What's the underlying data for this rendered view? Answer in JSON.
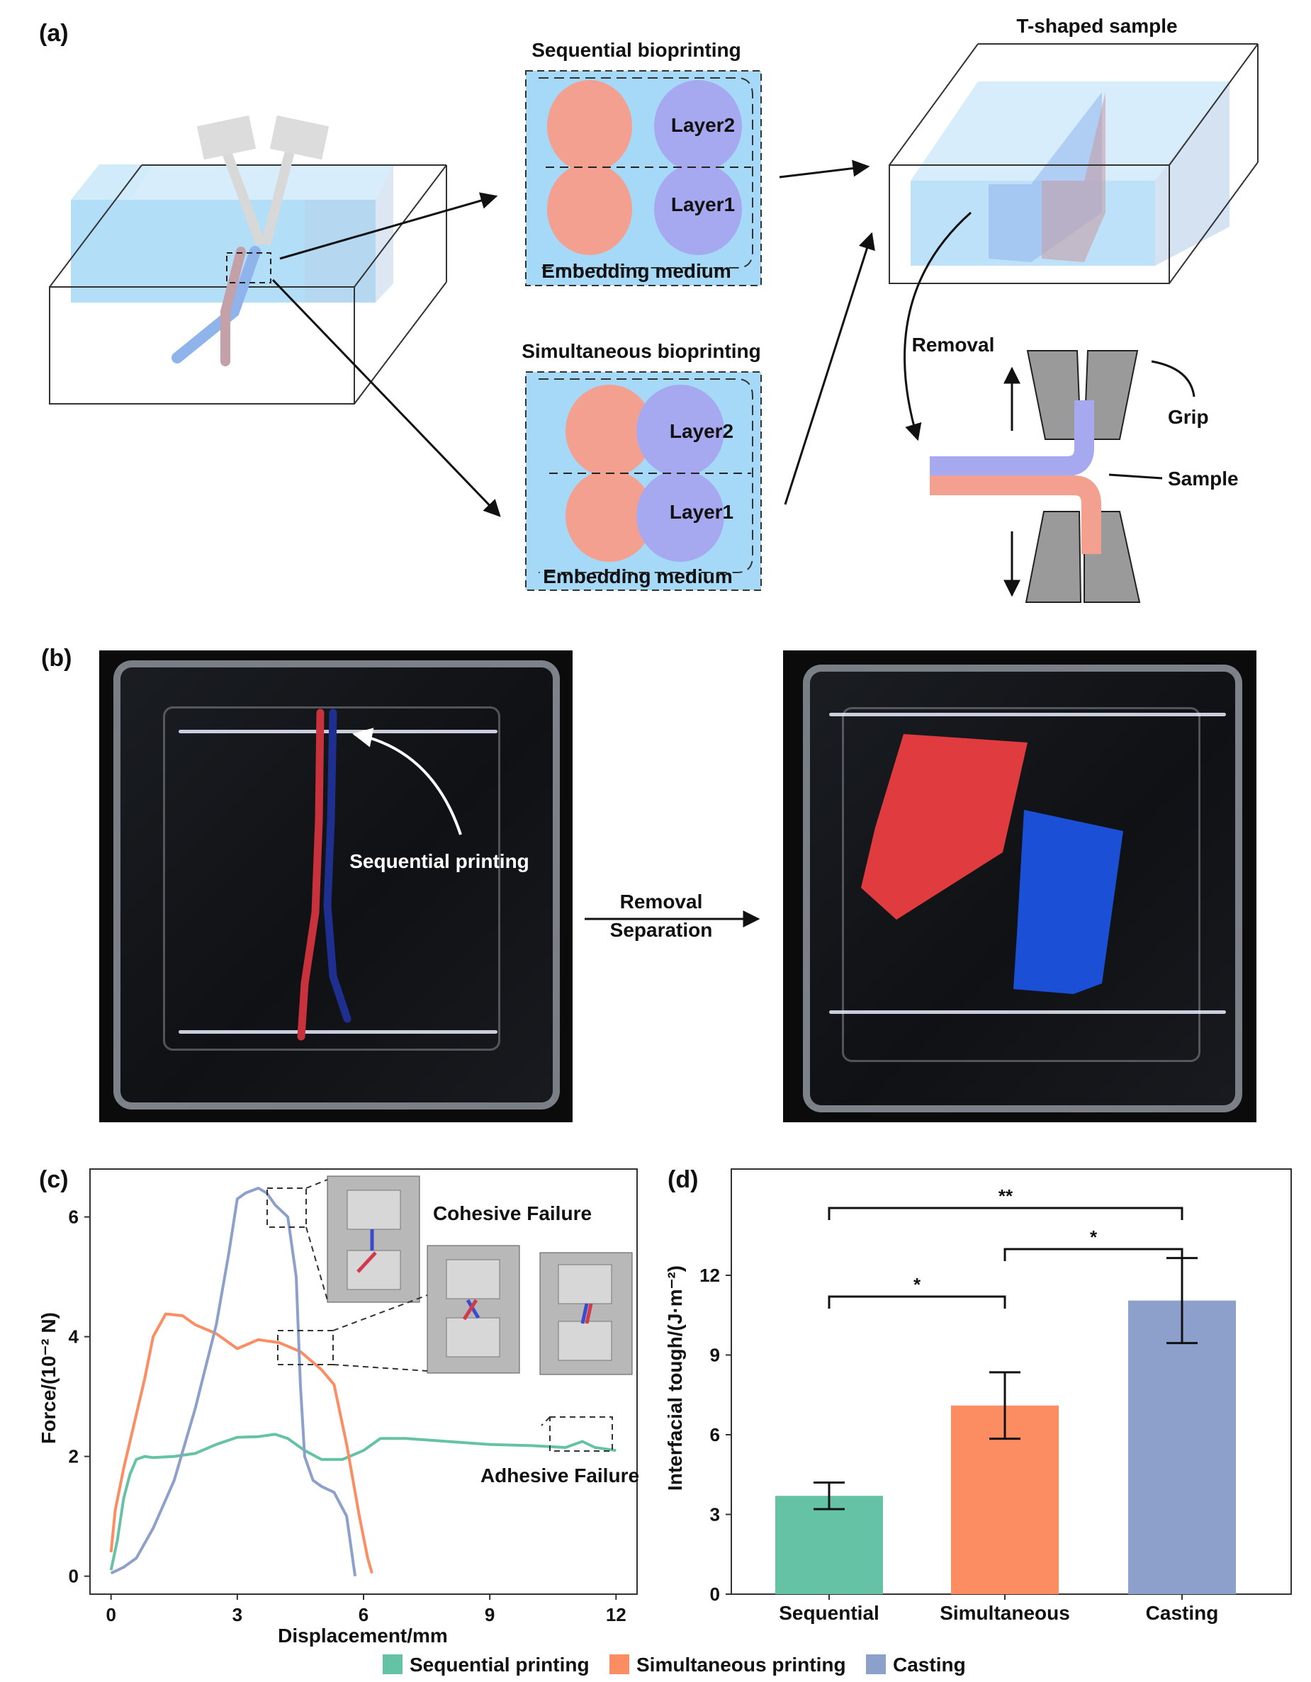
{
  "panels": {
    "a": {
      "tag": "(a)",
      "sequential_title": "Sequential bioprinting",
      "simultaneous_title": "Simultaneous bioprinting",
      "layer2": "Layer2",
      "layer1": "Layer1",
      "embedding_medium": "Embedding medium",
      "t_sample_title": "T-shaped sample",
      "removal": "Removal",
      "grip": "Grip",
      "sample": "Sample"
    },
    "b": {
      "tag": "(b)",
      "sequential_printing": "Sequential printing",
      "removal": "Removal",
      "separation": "Separation"
    },
    "c": {
      "tag": "(c)",
      "ylabel": "Force/(10⁻² N)",
      "xlabel": "Displacement/mm",
      "cohesive": "Cohesive Failure",
      "adhesive": "Adhesive Failure"
    },
    "d": {
      "tag": "(d)",
      "ylabel": "Interfacial tough/(J·m⁻²)",
      "sig_labels": [
        "*",
        "*",
        "**"
      ]
    }
  },
  "colors": {
    "sequential": "#66c2a5",
    "simultaneous": "#fc8d62",
    "casting": "#8da0cb",
    "salmon": "#f4a090",
    "lavender": "#a7a9f0",
    "medium_blue": "#a6d8f7"
  },
  "legend": [
    {
      "label": "Sequential printing",
      "color": "#66c2a5"
    },
    {
      "label": "Simultaneous printing",
      "color": "#fc8d62"
    },
    {
      "label": "Casting",
      "color": "#8da0cb"
    }
  ],
  "chart_data": [
    {
      "type": "line",
      "panel": "c",
      "xlabel": "Displacement/mm",
      "ylabel": "Force/(10⁻² N)",
      "xlim": [
        -0.5,
        12.5
      ],
      "ylim": [
        -0.3,
        6.8
      ],
      "xticks": [
        0,
        3,
        6,
        9,
        12
      ],
      "yticks": [
        0,
        2,
        4,
        6
      ],
      "series": [
        {
          "name": "Sequential printing",
          "color": "#66c2a5",
          "x": [
            0,
            0.15,
            0.3,
            0.45,
            0.6,
            0.8,
            1.0,
            1.5,
            2.0,
            2.5,
            3.0,
            3.5,
            3.9,
            4.2,
            4.6,
            5.0,
            5.5,
            6.0,
            6.4,
            7.0,
            8.0,
            9.0,
            10.0,
            10.8,
            11.2,
            11.5,
            12.0
          ],
          "y": [
            0.1,
            0.6,
            1.3,
            1.7,
            1.95,
            2.0,
            1.98,
            2.0,
            2.05,
            2.2,
            2.32,
            2.33,
            2.37,
            2.3,
            2.1,
            1.95,
            1.95,
            2.1,
            2.3,
            2.3,
            2.25,
            2.2,
            2.18,
            2.15,
            2.25,
            2.15,
            2.1
          ]
        },
        {
          "name": "Simultaneous printing",
          "color": "#fc8d62",
          "x": [
            0,
            0.1,
            0.3,
            0.5,
            0.8,
            1.0,
            1.3,
            1.7,
            2.0,
            2.5,
            3.0,
            3.5,
            4.0,
            4.5,
            5.0,
            5.3,
            5.6,
            5.9,
            6.1,
            6.2
          ],
          "y": [
            0.4,
            1.1,
            1.8,
            2.4,
            3.3,
            4.0,
            4.38,
            4.35,
            4.2,
            4.05,
            3.8,
            3.95,
            3.9,
            3.75,
            3.45,
            3.2,
            2.2,
            1.0,
            0.3,
            0.05
          ]
        },
        {
          "name": "Casting",
          "color": "#8da0cb",
          "x": [
            0,
            0.3,
            0.6,
            1.0,
            1.5,
            2.0,
            2.5,
            2.8,
            3.0,
            3.2,
            3.5,
            3.7,
            3.9,
            4.2,
            4.4,
            4.5,
            4.6,
            4.8,
            5.0,
            5.3,
            5.6,
            5.8
          ],
          "y": [
            0.05,
            0.15,
            0.3,
            0.8,
            1.6,
            2.8,
            4.2,
            5.4,
            6.3,
            6.4,
            6.48,
            6.4,
            6.2,
            6.0,
            5.0,
            3.2,
            2.0,
            1.6,
            1.5,
            1.4,
            1.0,
            0.0
          ]
        }
      ]
    },
    {
      "type": "bar",
      "panel": "d",
      "ylabel": "Interfacial tough/(J·m⁻²)",
      "categories": [
        "Sequential",
        "Simultaneous",
        "Casting"
      ],
      "values": [
        3.7,
        7.1,
        11.05
      ],
      "errors": [
        0.5,
        1.25,
        1.6
      ],
      "colors": [
        "#66c2a5",
        "#fc8d62",
        "#8da0cb"
      ],
      "ylim": [
        0,
        16
      ],
      "yticks": [
        0,
        3,
        6,
        9,
        12
      ],
      "significance": [
        {
          "between": [
            0,
            1
          ],
          "label": "*"
        },
        {
          "between": [
            1,
            2
          ],
          "label": "*"
        },
        {
          "between": [
            0,
            2
          ],
          "label": "**"
        }
      ]
    }
  ]
}
